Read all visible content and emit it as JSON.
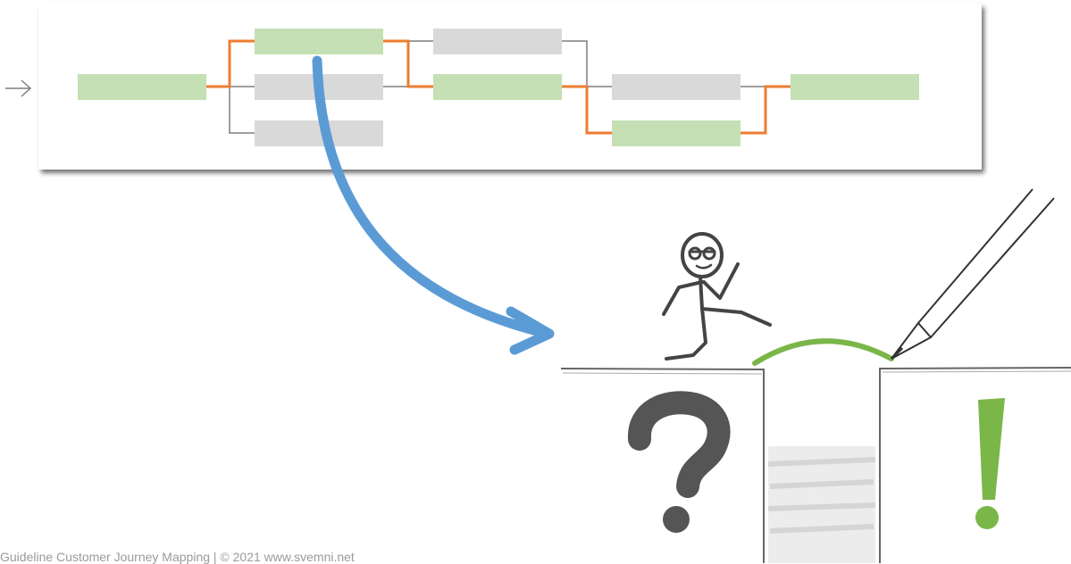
{
  "footer": {
    "text": "Guideline Customer Journey Mapping | © 2021 www.svemni.net"
  },
  "colors": {
    "node_active": "#c5e0b4",
    "node_inactive": "#d9d9d9",
    "path_active": "#ed7d31",
    "path_inactive": "#7f7f7f",
    "transition_arrow": "#5b9bd5",
    "exclamation": "#7ab648",
    "question": "#555555"
  },
  "flow_diagram": {
    "nodes": [
      {
        "id": "start",
        "state": "active"
      },
      {
        "id": "step2-top",
        "state": "active"
      },
      {
        "id": "step2-mid",
        "state": "inactive"
      },
      {
        "id": "step2-bottom",
        "state": "inactive"
      },
      {
        "id": "step3-top",
        "state": "inactive"
      },
      {
        "id": "step3-mid",
        "state": "active"
      },
      {
        "id": "step4-top",
        "state": "inactive"
      },
      {
        "id": "step4-bottom",
        "state": "active"
      },
      {
        "id": "end",
        "state": "active"
      }
    ]
  },
  "illustration": {
    "figure": "stick-figure-running",
    "symbols": [
      "question-mark-icon",
      "exclamation-mark-icon"
    ],
    "tool": "pencil-icon",
    "element": "gap-bridge"
  }
}
